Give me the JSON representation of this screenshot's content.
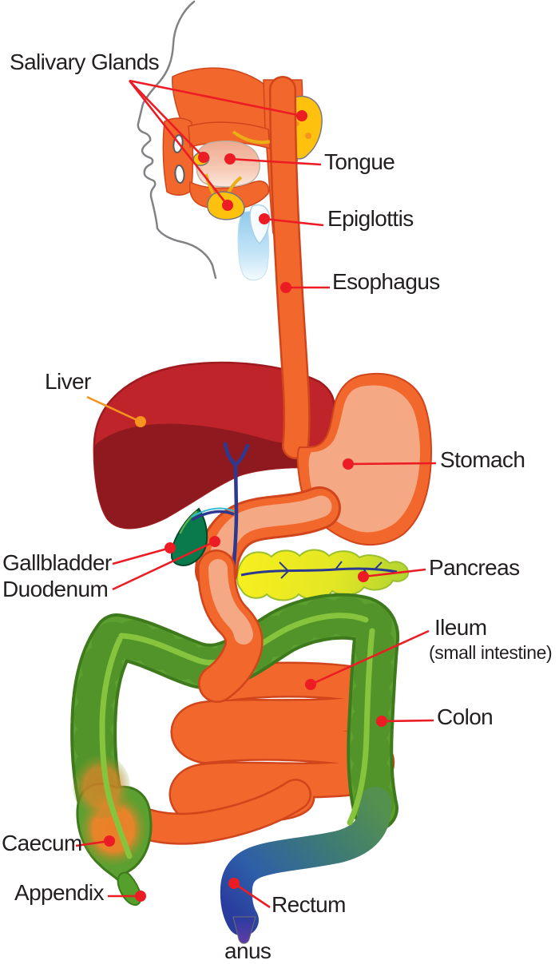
{
  "labels": {
    "salivary_glands": "Salivary Glands",
    "tongue": "Tongue",
    "epiglottis": "Epiglottis",
    "esophagus": "Esophagus",
    "liver": "Liver",
    "stomach": "Stomach",
    "gallbladder": "Gallbladder",
    "duodenum": "Duodenum",
    "pancreas": "Pancreas",
    "ileum": "Ileum",
    "ileum_note": "(small intestine)",
    "colon": "Colon",
    "caecum": "Caecum",
    "appendix": "Appendix",
    "rectum": "Rectum",
    "anus": "anus"
  },
  "colors": {
    "leader_line_red": "#ec1c24",
    "leader_line_orange": "#f7941d",
    "label_text": "#231f20",
    "gi_tract_orange": "#f2672b",
    "gi_outline": "#d0451c",
    "stomach_inner_salmon": "#f5a884",
    "liver_red": "#be2429",
    "liver_dark_red": "#8e1a1f",
    "gallbladder_green": "#0a7a4c",
    "pancreas_yellow": "#f7ee1e",
    "pancreas_green": "#afd233",
    "bile_duct_blue": "#2b3990",
    "colon_green": "#5ba030",
    "colon_dark_green": "#3e7a1c",
    "colon_highlight_green": "#86c43d",
    "caecum_orange": "#ed7d28",
    "rectum_teal": "#3e7b74",
    "rectum_blue": "#2e5fa8",
    "anus_purple": "#5f3da8",
    "salivary_gland_yellow": "#fec10d",
    "larynx_blue": "#90cbec",
    "tongue_pink": "#efa98f",
    "head_outline_gray": "#808285"
  }
}
